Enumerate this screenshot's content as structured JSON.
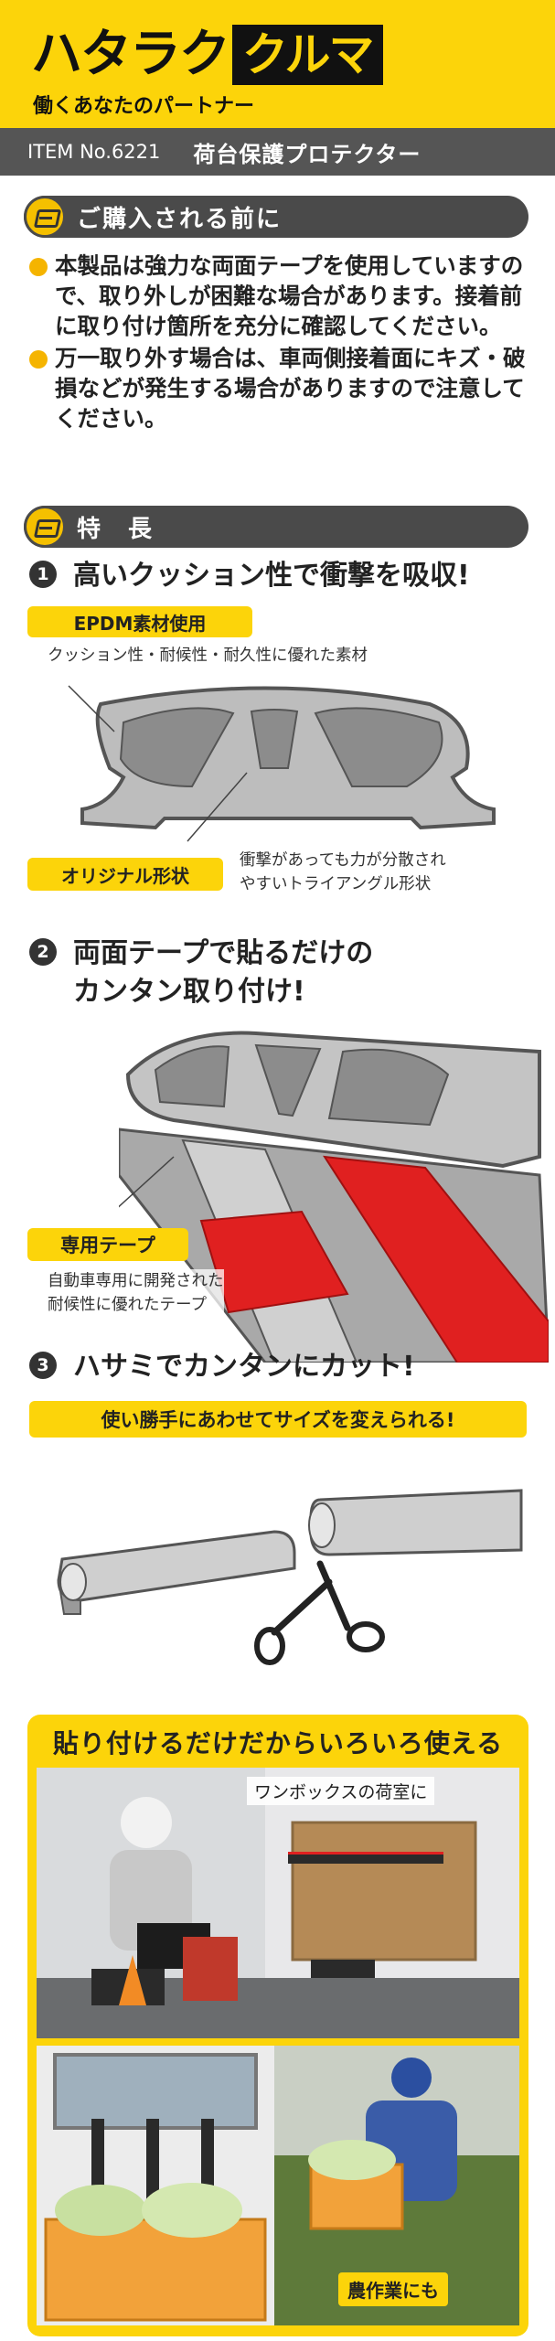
{
  "header": {
    "logo_left": "ハタラク",
    "logo_right": "クルマ",
    "tagline": "働くあなたのパートナー",
    "item_no": "ITEM No.6221",
    "item_name": "荷台保護プロテクター"
  },
  "notice": {
    "title": "ご購入される前に",
    "items": [
      "本製品は強力な両面テープを使用していますので、取り外しが困難な場合があります。接着前に取り付け箇所を充分に確認してください。",
      "万一取り外す場合は、車両側接着面にキズ・破損などが発生する場合がありますので注意してください。"
    ]
  },
  "features": {
    "title": "特　長",
    "f1": {
      "num": "1",
      "title": "高いクッション性で衝撃を吸収!",
      "material_tag": "EPDM素材使用",
      "material_desc": "クッション性・耐候性・耐久性に優れた素材",
      "shape_tag": "オリジナル形状",
      "shape_desc": "衝撃があっても力が分散され\nやすいトライアングル形状"
    },
    "f2": {
      "num": "2",
      "title": "両面テープで貼るだけの\nカンタン取り付け!",
      "tape_tag": "専用テープ",
      "tape_desc": "自動車専用に開発された\n耐候性に優れたテープ"
    },
    "f3": {
      "num": "3",
      "title": "ハサミでカンタンにカット!",
      "banner": "使い勝手にあわせてサイズを変えられる!"
    }
  },
  "usecase": {
    "title": "貼り付けるだけだからいろいろ使える",
    "photo1_label": "ワンボックスの荷室に",
    "photo2_label": "農作業にも"
  },
  "colors": {
    "brand_yellow": "#fcd40a",
    "bar_gray": "#555555",
    "section_gray": "#4a4a4a",
    "tape_red": "#e02020",
    "bullet_orange": "#f5b400"
  },
  "icons": [
    "wrench-car-icon",
    "number-circle-icon",
    "scissors-icon",
    "bullet-dot-icon"
  ]
}
